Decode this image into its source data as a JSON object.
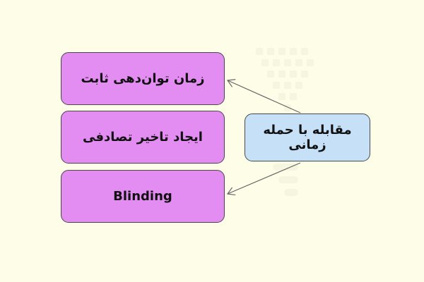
{
  "diagram": {
    "root": {
      "label": "مقابله با حمله زمانی"
    },
    "branches": [
      {
        "label": "زمان توان‌دهی ثابت"
      },
      {
        "label": "ایجاد تاخیر تصادفی"
      },
      {
        "label": "Blinding"
      }
    ]
  },
  "colors": {
    "background": "#fefde8",
    "branch_fill": "#e38cf1",
    "root_fill": "#c5e0f7",
    "border": "#4a4a4a",
    "arrow": "#666666"
  }
}
